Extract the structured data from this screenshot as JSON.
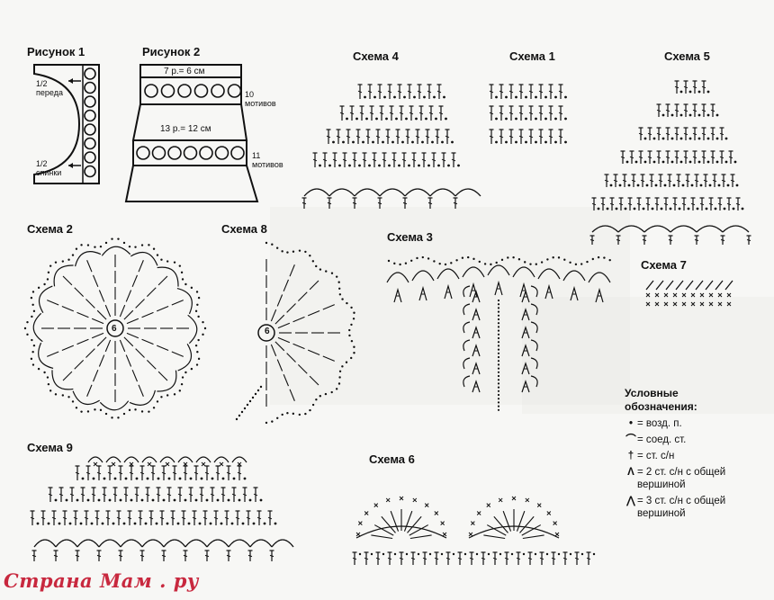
{
  "figures": {
    "fig1": {
      "title": "Рисунок 1",
      "front": [
        "1/2",
        "передa"
      ],
      "back": [
        "1/2",
        "спинки"
      ]
    },
    "fig2": {
      "title": "Рисунок 2",
      "top_rows": "7 р.= 6 см",
      "mid_rows": "13 р.= 12 см",
      "top_motifs": [
        "10",
        "мотивов"
      ],
      "bottom_motifs": [
        "11",
        "мотивов"
      ]
    }
  },
  "schemes": {
    "s4": "Схема 4",
    "s1": "Схема 1",
    "s5": "Схема 5",
    "s2": "Схема 2",
    "s8": "Схема 8",
    "s3": "Схема 3",
    "s7": "Схема 7",
    "s9": "Схема 9",
    "s6": "Схема 6",
    "center_number": "6"
  },
  "legend": {
    "title": [
      "Условные",
      "обозначения:"
    ],
    "items": [
      {
        "symbol": "•",
        "text": "= возд. п."
      },
      {
        "symbol": "⌒",
        "text": "= соед. ст."
      },
      {
        "symbol": "†",
        "text": "= ст. с/н"
      },
      {
        "symbol": "Λ",
        "text": "= 2 ст. с/н с общей вершиной"
      },
      {
        "symbol": "⋀",
        "text": "= 3 ст. с/н с общей вершиной"
      }
    ]
  },
  "watermark": "Страна Мам . ру",
  "colors": {
    "ink": "#111111",
    "watermark": "#c8283e",
    "paper": "#f7f7f5"
  }
}
